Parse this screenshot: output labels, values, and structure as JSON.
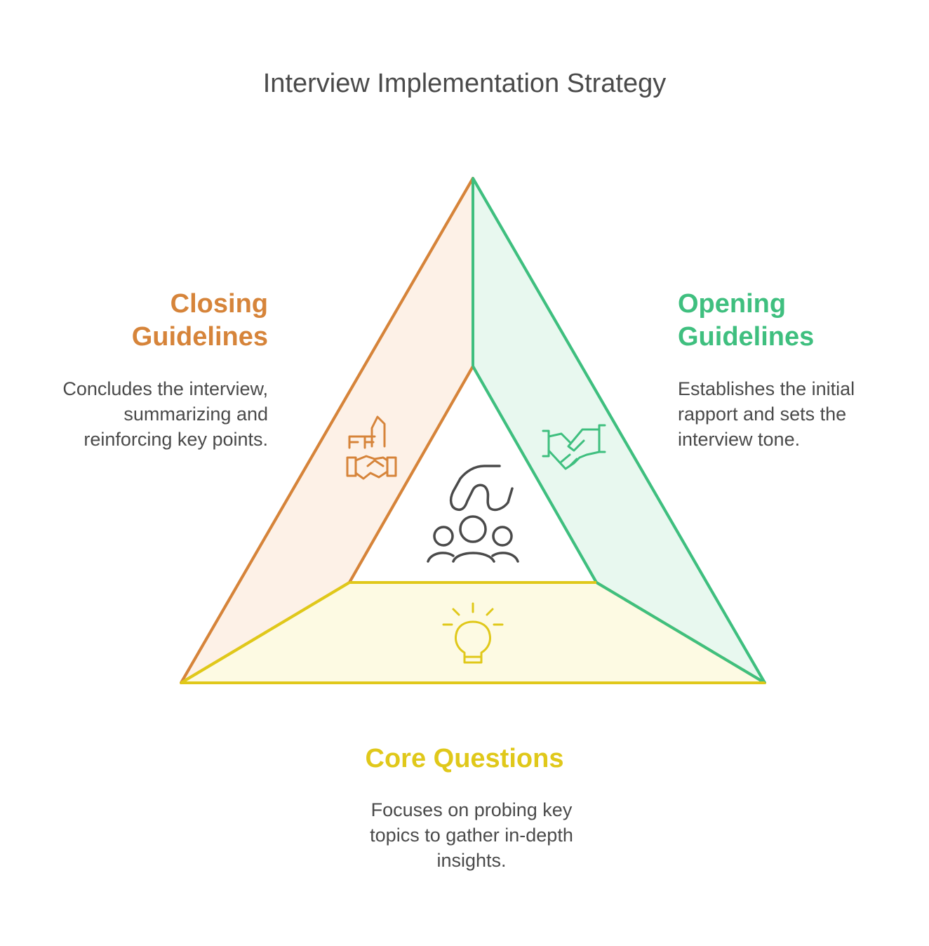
{
  "title": "Interview Implementation Strategy",
  "colors": {
    "closing": "#d6843a",
    "opening": "#3fbf7f",
    "core": "#e0c81a",
    "center_icon": "#4a4a4a",
    "text": "#4a4a4a"
  },
  "sections": {
    "closing": {
      "heading_line1": "Closing",
      "heading_line2": "Guidelines",
      "desc_line1": "Concludes the interview,",
      "desc_line2": "summarizing and",
      "desc_line3": "reinforcing key points.",
      "icon": "handshake-flag-icon"
    },
    "opening": {
      "heading_line1": "Opening",
      "heading_line2": "Guidelines",
      "desc_line1": "Establishes the initial",
      "desc_line2": "rapport and sets the",
      "desc_line3": "interview tone.",
      "icon": "handshake-icon"
    },
    "core": {
      "heading": "Core Questions",
      "desc_line1": "Focuses on probing key",
      "desc_line2": "topics to gather in-depth",
      "desc_line3": "insights.",
      "icon": "lightbulb-icon"
    },
    "center": {
      "icon": "group-with-hand-icon"
    }
  }
}
